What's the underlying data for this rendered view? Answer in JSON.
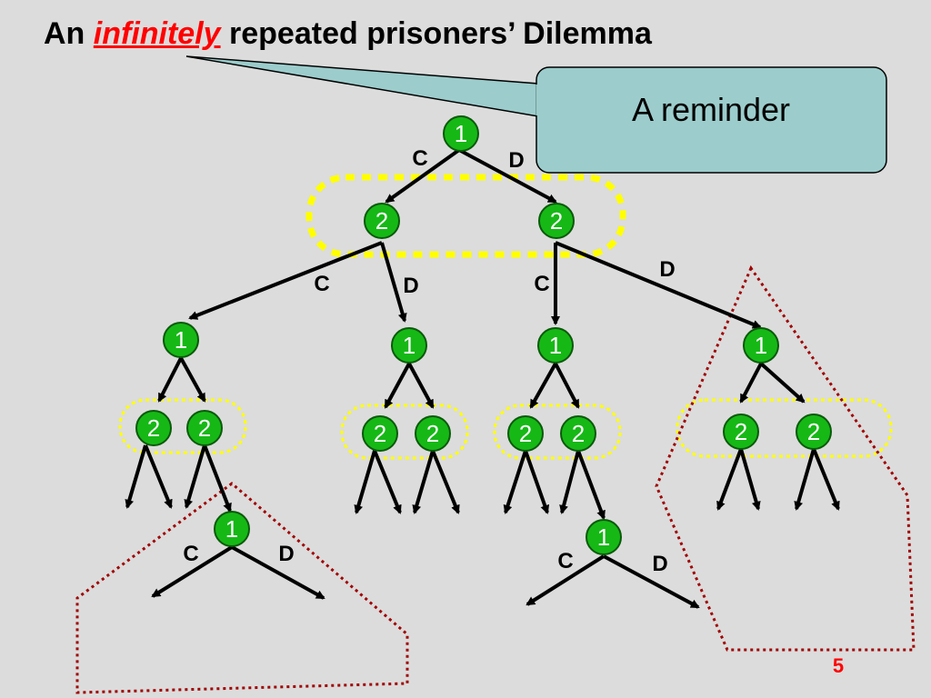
{
  "title": {
    "prefix": "An ",
    "highlight": "infinitely",
    "suffix": " repeated prisoners’ Dilemma"
  },
  "callout": {
    "text": "A reminder"
  },
  "page_number": "5",
  "tree": {
    "root_player": "1",
    "level1_player": "2",
    "level2_player": "1",
    "level3_player": "2",
    "subgame_root_player": "1",
    "action_cooperate": "C",
    "action_defect": "D"
  },
  "colors": {
    "background": "#dcdcdc",
    "node_fill": "#16b816",
    "node_stroke": "#0a5a0a",
    "info_set_outline": "#ffff00",
    "subgame_outline": "#a00000",
    "callout_fill": "#9ccccc",
    "title_highlight": "#ff0000"
  }
}
